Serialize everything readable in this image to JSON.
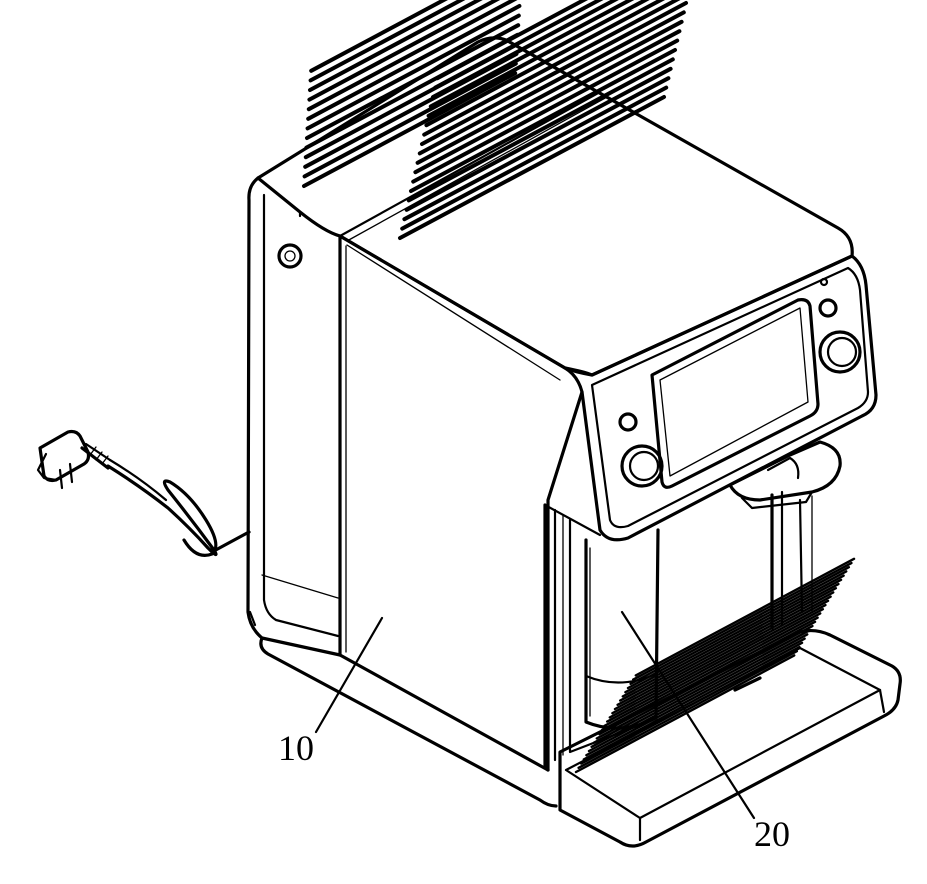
{
  "figure": {
    "labels": [
      {
        "id": "body",
        "text": "10"
      },
      {
        "id": "cup",
        "text": "20"
      }
    ]
  }
}
